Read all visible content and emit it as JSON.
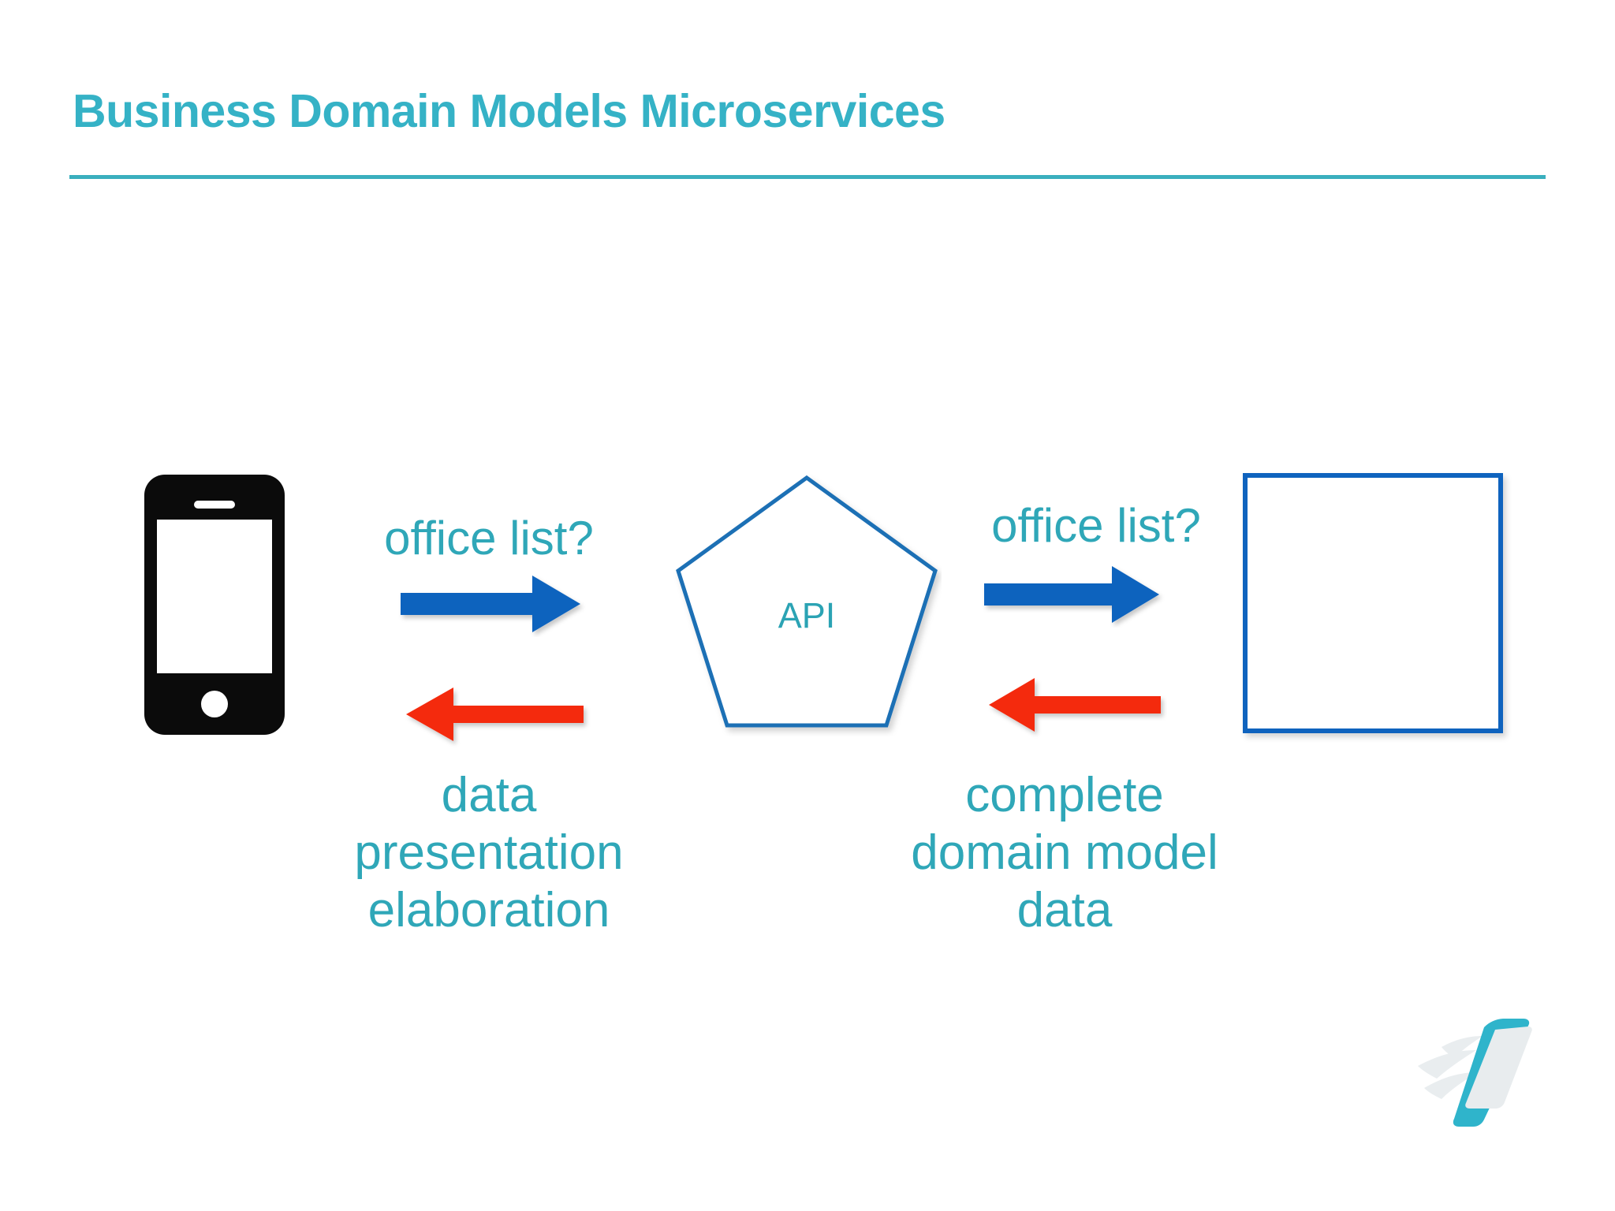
{
  "slide": {
    "title": "Business Domain Models Microservices",
    "background_color": "#ffffff",
    "accent_color": "#35B2C6",
    "rule_color": "#3AAFBE"
  },
  "diagram": {
    "nodes": [
      {
        "id": "client",
        "name": "smartphone-device",
        "label": "",
        "kind": "mobile-device-icon",
        "color": "#0b0b0b"
      },
      {
        "id": "api",
        "name": "api-pentagon",
        "label": "API",
        "kind": "pentagon",
        "stroke": "#1F6FB5",
        "text_color": "#2BA3B4"
      },
      {
        "id": "service",
        "name": "domain-service-square",
        "label": "",
        "kind": "square",
        "stroke": "#0F63BE"
      }
    ],
    "arrows": [
      {
        "id": "req-left",
        "name": "request-arrow-client-to-api",
        "direction": "right",
        "color": "#0F63BE",
        "label": "office list?"
      },
      {
        "id": "res-left",
        "name": "response-arrow-api-to-client",
        "direction": "left",
        "color": "#F42A0B",
        "label": "data presentation elaboration"
      },
      {
        "id": "req-right",
        "name": "request-arrow-api-to-service",
        "direction": "right",
        "color": "#0F63BE",
        "label": "office list?"
      },
      {
        "id": "res-right",
        "name": "response-arrow-service-to-api",
        "direction": "left",
        "color": "#F42A0B",
        "label": "complete domain model data"
      }
    ],
    "labels": {
      "office_list_left": "office list?",
      "office_list_right": "office list?",
      "presentation": "data\npresentation\nelaboration",
      "domain_data": "complete\ndomain model\ndata",
      "api": "API"
    },
    "text_color": "#2FA7B8"
  },
  "logo": {
    "name": "winged-phone-logo",
    "primary_color": "#35B5CC",
    "screen_color": "#E8ECEE",
    "wing_color": "#E9EDEF"
  }
}
